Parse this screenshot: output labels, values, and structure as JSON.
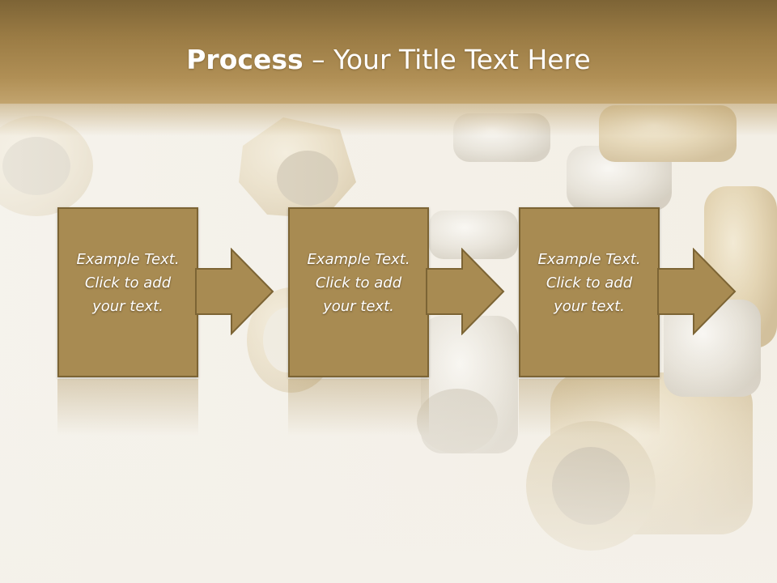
{
  "slide": {
    "title_bold": "Process",
    "title_rest": " – Your Title Text Here"
  },
  "steps": [
    {
      "text": "Example Text. Click  to add your text."
    },
    {
      "text": "Example Text. Click  to add your text."
    },
    {
      "text": "Example Text. Click  to add your text."
    }
  ],
  "theme": {
    "accent": "#a88b52",
    "border": "#7c6434",
    "title_bar": "#9a7b44",
    "text": "#ffffff"
  }
}
